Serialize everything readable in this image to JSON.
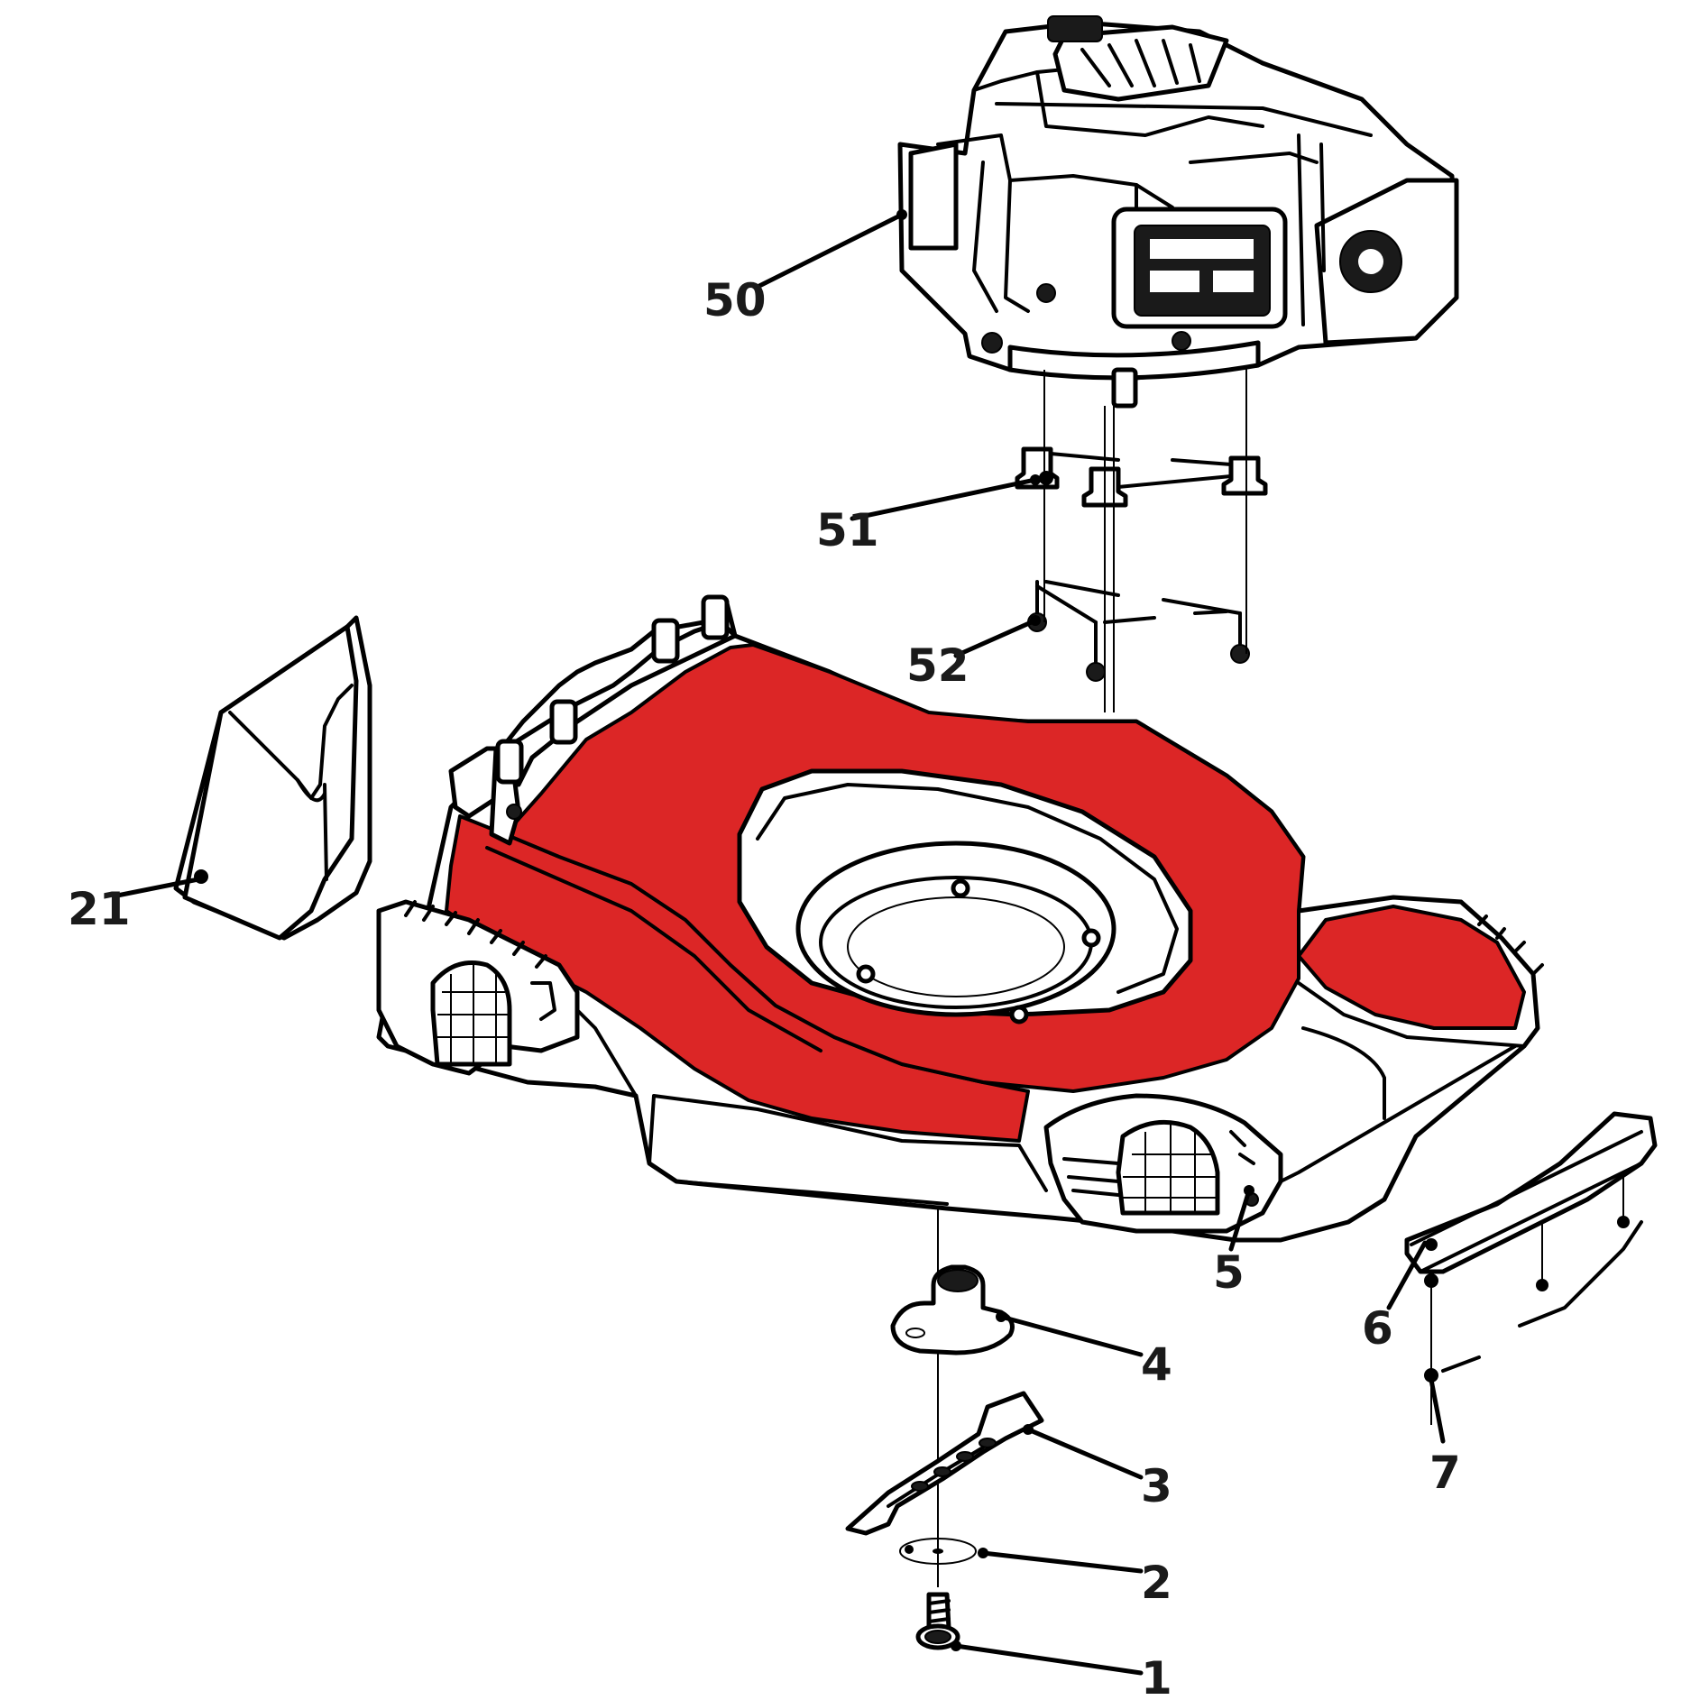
{
  "diagram": {
    "highlight_color": "#dc2626",
    "line_color": "#000000",
    "callouts": [
      {
        "id": "c1",
        "label": "1"
      },
      {
        "id": "c2",
        "label": "2"
      },
      {
        "id": "c3",
        "label": "3"
      },
      {
        "id": "c4",
        "label": "4"
      },
      {
        "id": "c5",
        "label": "5"
      },
      {
        "id": "c6",
        "label": "6"
      },
      {
        "id": "c7",
        "label": "7"
      },
      {
        "id": "c21",
        "label": "21"
      },
      {
        "id": "c50",
        "label": "50"
      },
      {
        "id": "c51",
        "label": "51"
      },
      {
        "id": "c52",
        "label": "52"
      }
    ]
  }
}
